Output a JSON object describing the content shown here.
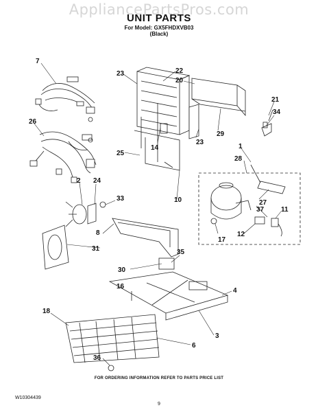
{
  "header": {
    "watermark": "AppliancePartsPros.com",
    "title": "UNIT PARTS",
    "model_line": "For Model: GX5FHDXVB03",
    "color_line": "(Black)"
  },
  "callouts": {
    "c1": "1",
    "c2": "2",
    "c3": "3",
    "c4": "4",
    "c6": "6",
    "c7": "7",
    "c8": "8",
    "c10": "10",
    "c11": "11",
    "c12": "12",
    "c14": "14",
    "c16": "16",
    "c17": "17",
    "c18": "18",
    "c20": "20",
    "c21": "21",
    "c22": "22",
    "c23a": "23",
    "c23b": "23",
    "c24": "24",
    "c25": "25",
    "c26": "26",
    "c27": "27",
    "c28": "28",
    "c29": "29",
    "c30": "30",
    "c31": "31",
    "c33": "33",
    "c34": "34",
    "c35": "35",
    "c36": "36",
    "c37": "37"
  },
  "footer": {
    "ordering_note": "FOR ORDERING INFORMATION REFER TO PARTS PRICE LIST",
    "doc_number": "W10304439",
    "page_number": "9"
  }
}
